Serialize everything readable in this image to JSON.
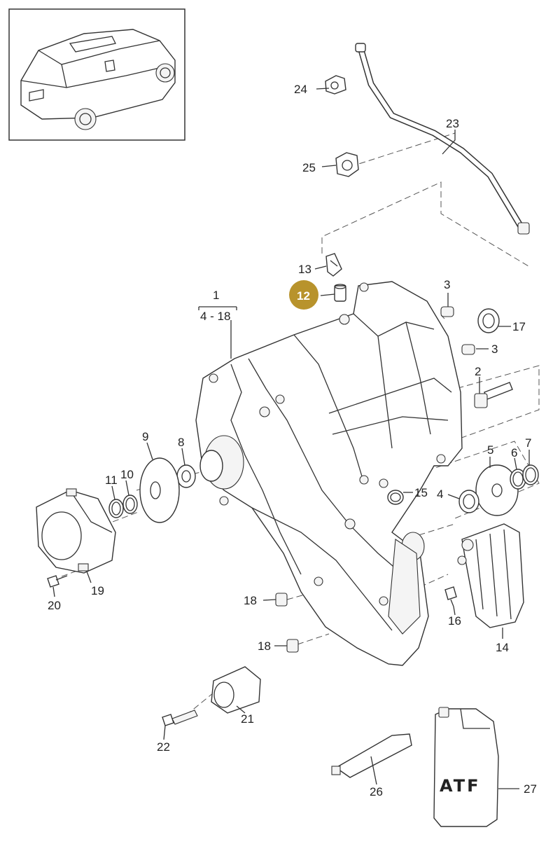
{
  "thumbnail": {
    "icon": "vehicle-suv-icon"
  },
  "highlight": {
    "color": "#b8932c",
    "part": "12"
  },
  "callouts": {
    "c1": "1",
    "c1range": "4 - 18",
    "c2": "2",
    "c3a": "3",
    "c3b": "3",
    "c4": "4",
    "c5": "5",
    "c6": "6",
    "c7": "7",
    "c8": "8",
    "c9": "9",
    "c10": "10",
    "c11": "11",
    "c12": "12",
    "c13": "13",
    "c14": "14",
    "c15": "15",
    "c16": "16",
    "c17": "17",
    "c18a": "18",
    "c18b": "18",
    "c19": "19",
    "c20": "20",
    "c21": "21",
    "c22": "22",
    "c23": "23",
    "c24": "24",
    "c25": "25",
    "c26": "26",
    "c27": "27"
  },
  "container_text": {
    "atf": "ATF"
  }
}
